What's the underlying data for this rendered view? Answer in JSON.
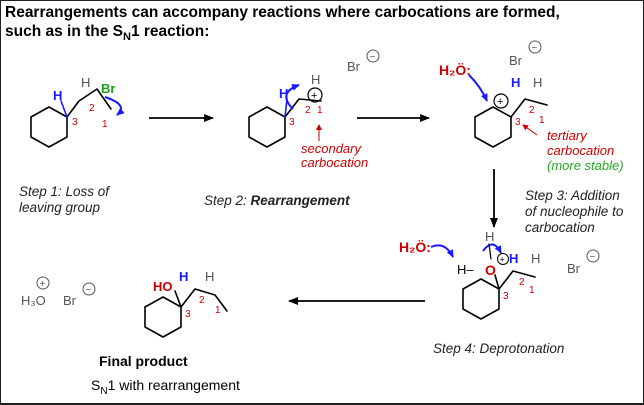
{
  "title": {
    "line1": "Rearrangements can accompany reactions where carbocations are formed,",
    "line2_pre": "such as in the S",
    "line2_sub": "N",
    "line2_post": "1 reaction:"
  },
  "captions": {
    "step1_line1": "Step 1: Loss of",
    "step1_line2": "leaving group",
    "step2_prefix": "Step 2: ",
    "step2_bold": "Rearrangement",
    "step3_line1": "Step 3: Addition",
    "step3_line2": "of nucleophile to",
    "step3_line3": "carbocation",
    "step4": "Step 4: Deprotonation",
    "final_title": "Final product",
    "final_sub_pre": "S",
    "final_sub_sub": "N",
    "final_sub_post": "1 with rearrangement"
  },
  "annotations": {
    "secondary_line1": "secondary",
    "secondary_line2": "carbocation",
    "tertiary_line1": "tertiary",
    "tertiary_line2": "carbocation",
    "more_stable": "(more stable)"
  },
  "atoms": {
    "br": "Br",
    "h": "H",
    "water": "H₂Ö:",
    "oxonium": "O",
    "oxonium_h": "H–",
    "ho": "HO",
    "h3o": "H₃O",
    "plus": "+",
    "minus": "−",
    "n1": "1",
    "n2": "2",
    "n3": "3"
  },
  "colors": {
    "background_frame": "#1e1e1e",
    "red_annotation": "#cc0000",
    "green_bromine": "#1aa31a",
    "blue_hydrogen": "#1a1aff",
    "green_stable": "#22aa22"
  }
}
